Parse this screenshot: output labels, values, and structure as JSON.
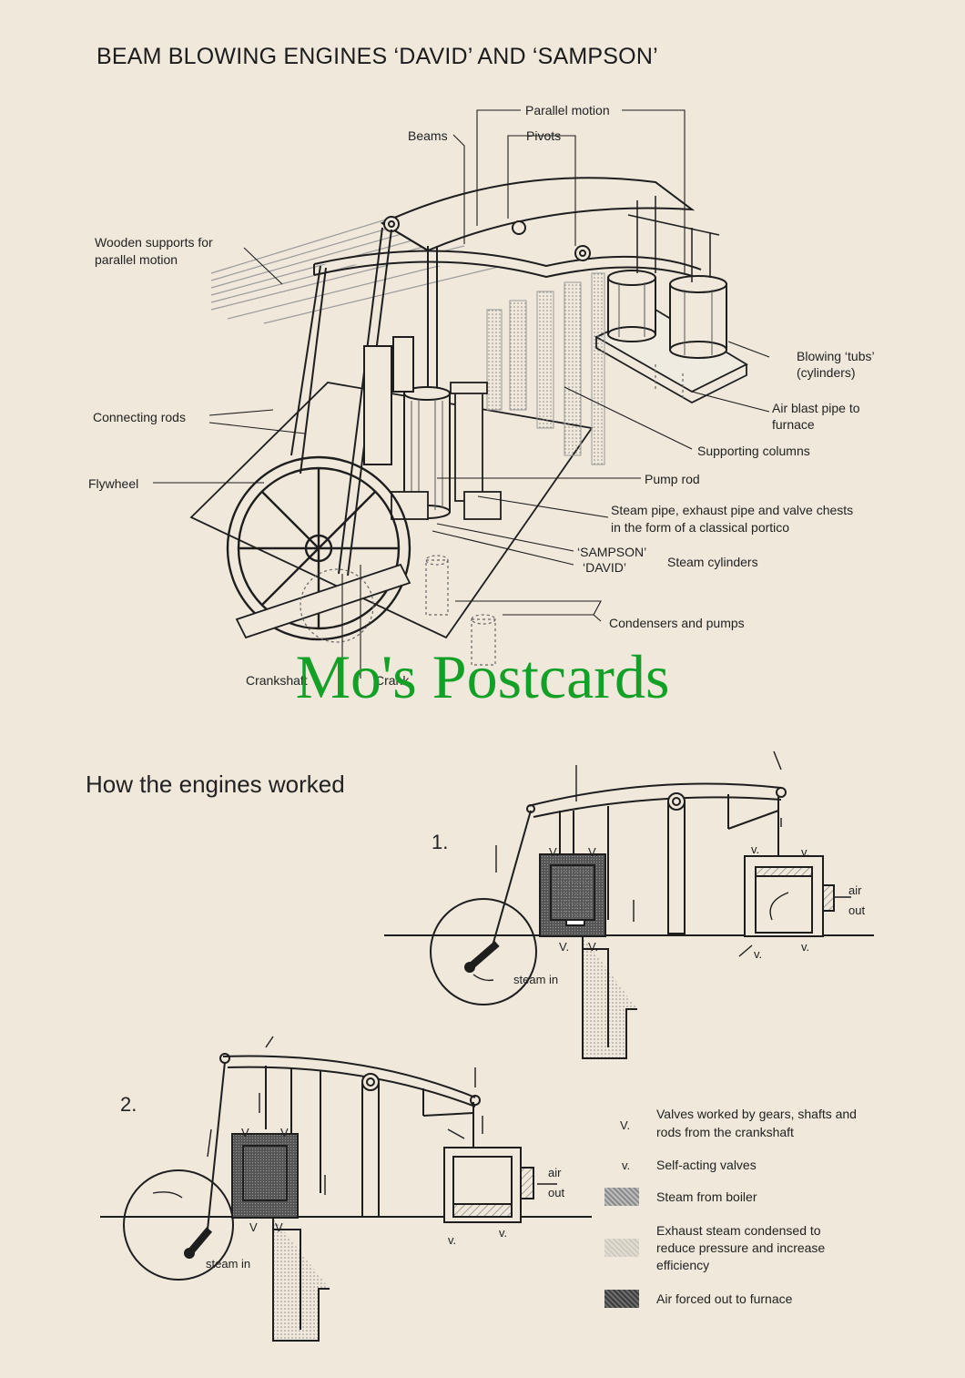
{
  "title": "BEAM BLOWING ENGINES ‘DAVID’ AND ‘SAMPSON’",
  "labels": {
    "parallel_motion": "Parallel motion",
    "beams": "Beams",
    "pivots": "Pivots",
    "wooden_supports_1": "Wooden supports for",
    "wooden_supports_2": "parallel motion",
    "blowing_tubs_1": "Blowing ‘tubs’",
    "blowing_tubs_2": "(cylinders)",
    "air_blast_1": "Air blast pipe to",
    "air_blast_2": "furnace",
    "connecting_rods": "Connecting rods",
    "supporting_columns": "Supporting columns",
    "flywheel": "Flywheel",
    "pump_rod": "Pump rod",
    "steam_pipe_1": "Steam pipe, exhaust pipe and valve chests",
    "steam_pipe_2": "in the form of a classical portico",
    "sampson": "‘SAMPSON’",
    "david": "‘DAVID’",
    "steam_cylinders": "Steam cylinders",
    "condensers": "Condensers and pumps",
    "crankshaft": "Crankshaft",
    "crank": "Crank"
  },
  "watermark": "Mo's Postcards",
  "subtitle": "How the engines worked",
  "step1": {
    "number": "1.",
    "steam_in": "steam in",
    "air": "air",
    "out": "out",
    "v": "V.",
    "v_small": "v."
  },
  "step2": {
    "number": "2.",
    "steam_in": "steam in",
    "air": "air",
    "out": "out",
    "v": "V",
    "v_small": "v."
  },
  "legend": [
    {
      "symbol": "V.",
      "text_1": "Valves worked by gears, shafts and",
      "text_2": "rods from the crankshaft",
      "text_3": ""
    },
    {
      "symbol": "v.",
      "text_1": "Self-acting valves",
      "text_2": "",
      "text_3": ""
    },
    {
      "symbol": "",
      "text_1": "Steam from boiler",
      "text_2": "",
      "text_3": ""
    },
    {
      "symbol": "",
      "text_1": "Exhaust steam condensed to",
      "text_2": "reduce pressure and increase",
      "text_3": "efficiency"
    },
    {
      "symbol": "",
      "text_1": "Air forced out to furnace",
      "text_2": "",
      "text_3": ""
    }
  ],
  "colors": {
    "background": "#efe8db",
    "ink": "#1e1e1e",
    "watermark": "#12a126",
    "steam": "#9a9a9a",
    "exhaust": "#cfcac0",
    "air": "#4a4a4a"
  }
}
